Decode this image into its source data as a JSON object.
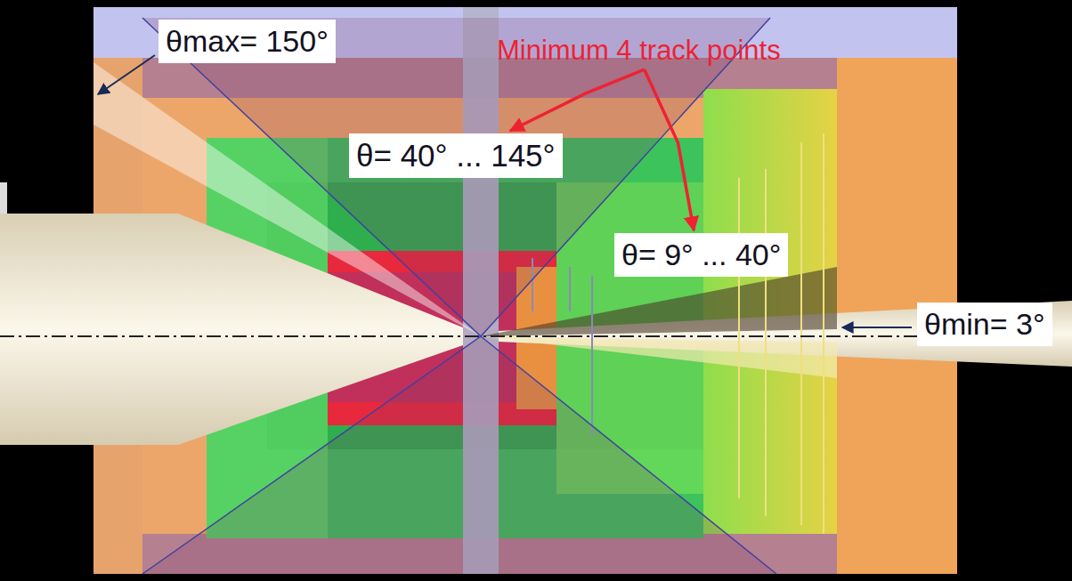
{
  "diagram": {
    "nodes": [
      {
        "text": [
          "θmax= 150°"
        ]
      },
      {
        "text": [
          "Minimum 4 track points"
        ]
      },
      {
        "text": [
          "θ= 40° ... 145°"
        ]
      },
      {
        "text": [
          "θ= 9° ... 40°"
        ]
      },
      {
        "text": [
          "θmin= 3°"
        ]
      }
    ],
    "edges": [
      {
        "from": 1,
        "to": 2,
        "arrow": "to"
      },
      {
        "from": 1,
        "to": 3,
        "arrow": "to"
      }
    ]
  }
}
